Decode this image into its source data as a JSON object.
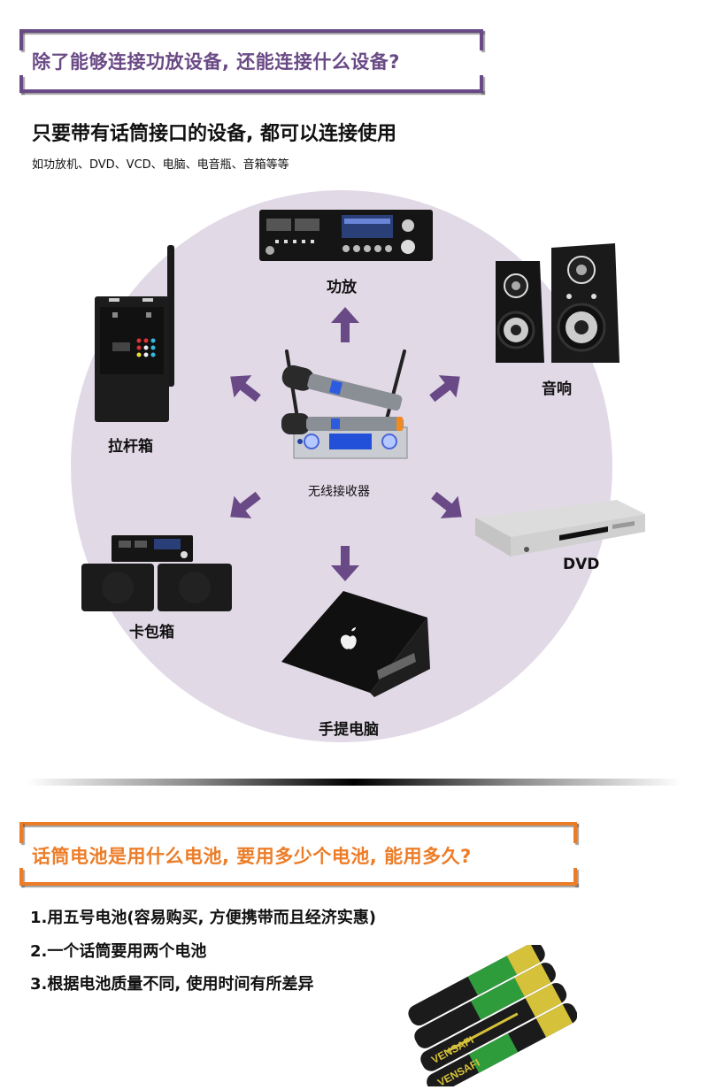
{
  "section1": {
    "title": "除了能够连接功放设备, 还能连接什么设备?",
    "accent_color": "#6a4a86",
    "subheading": "只要带有话筒接口的设备, 都可以连接使用",
    "note": "如功放机、DVD、VCD、电脑、电音瓶、音箱等等",
    "diagram": {
      "center": {
        "label": "无线接收器",
        "icon": "wireless-mic-receiver"
      },
      "devices": [
        {
          "label": "功放",
          "icon": "amplifier"
        },
        {
          "label": "音响",
          "icon": "speakers"
        },
        {
          "label": "DVD",
          "icon": "dvd-player"
        },
        {
          "label": "手提电脑",
          "icon": "laptop"
        },
        {
          "label": "卡包箱",
          "icon": "karaoke-speaker-set"
        },
        {
          "label": "拉杆箱",
          "icon": "trolley-speaker"
        }
      ],
      "circle_color": "#e2d9e7",
      "arrow_color": "#6a4a86"
    }
  },
  "section2": {
    "title": "话筒电池是用什么电池, 要用多少个电池, 能用多久?",
    "accent_color": "#ec7d28",
    "items": [
      "1.用五号电池(容易购买, 方便携带而且经济实惠)",
      "2.一个话筒要用两个电池",
      "3.根据电池质量不同, 使用时间有所差异"
    ],
    "battery_brand": "VENSAFI",
    "battery_icon": "aa-batteries"
  }
}
